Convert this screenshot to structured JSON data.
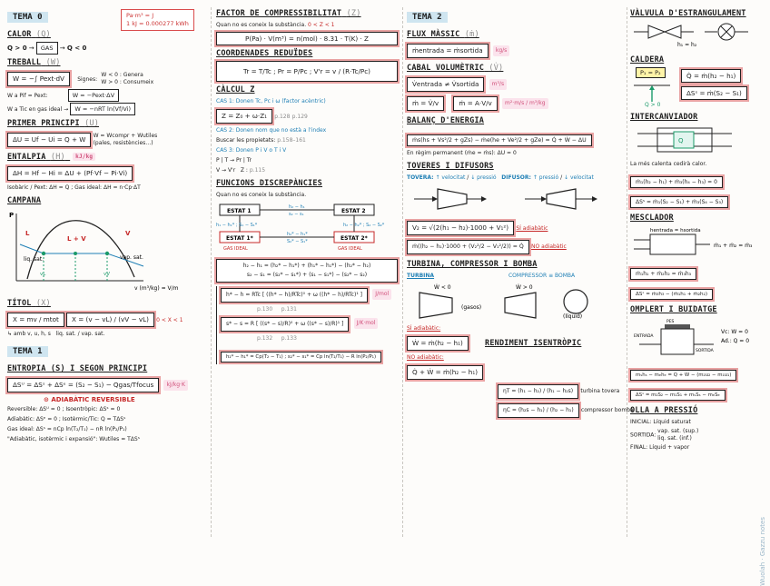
{
  "tema0": {
    "title": "TEMA 0",
    "note1": "Pa·m³ = J",
    "note2": "1 kJ = 0.000277 kWh",
    "calor_head": "CALOR",
    "calor_tag": "(Q)",
    "calor_left": "Q > 0",
    "gas": "GAS",
    "calor_right": "Q < 0",
    "treball_head": "TREBALL",
    "treball_tag": "(W)",
    "w_box": "W = −∫ Pext·dV",
    "signes": "Signes:",
    "signe1": "W < 0 : Genera",
    "signe2": "W > 0 : Consumeix",
    "w_pext": "W a Pif = Pext:",
    "w_pext_box": "W = −Pext·ΔV",
    "w_tc": "W a Tic en gas ideal →",
    "w_tc_box": "W = −nRT ln(Vf/Vi)",
    "primer_head": "PRIMER PRINCIPI",
    "primer_tag": "(U)",
    "primer_box": "ΔU = Uf − Ui = Q + W",
    "primer_note": "W = Wcompr + Wutiles (pales, resistències…)",
    "entalpia_head": "ENTALPIA",
    "entalpia_tag": "(H)",
    "entalpia_unit": "kJ/kg",
    "entalpia_line": "ΔH = Hf − Hi = ΔU + (Pf·Vf − Pi·Vi)",
    "isobaric": "Isobàric / Pext: ΔH = Q ; Gas ideal: ΔH = n·Cp·ΔT",
    "campana_head": "CAMPANA",
    "campana_P": "P",
    "campana_L": "L",
    "campana_LV": "L + V",
    "campana_V": "V",
    "campana_liq": "liq. sat.",
    "campana_vap": "vap. sat.",
    "campana_axis": "v (m³/kg) = V/m",
    "v_l": "vL",
    "v_v": "vV",
    "titol_head": "TÍTOL",
    "titol_tag": "(X)",
    "titol_box1": "X = mv / mtot",
    "titol_box2": "X = (v − vL) / (vV − vL)",
    "titol_range": "0 < X < 1",
    "titol_liq": "liq. sat.",
    "titol_vap": "vap. sat.",
    "titol_note": "amb v, u, h, s"
  },
  "tema1": {
    "title": "TEMA 1",
    "entropia_head": "ENTROPIA (S) I SEGON PRINCIPI",
    "entropia_box": "ΔSᵁ = ΔSˢ + ΔSᵉ = (S₂ − S₁) − Qgas/Tfocus",
    "entropia_unit": "kJ/kg·K",
    "adiab_head": "ADIABÀTIC REVERSIBLE",
    "l1": "Reversible: ΔSᵁ = 0 ; Isoentròpic: ΔSˢ = 0",
    "l2": "Adiabàtic: ΔSᵉ = 0 ; Isotèrmic/Tic: Q = TΔSˢ",
    "l3": "Gas ideal: ΔSˢ = nCp ln(T₂/T₁) − nR ln(P₂/P₁)",
    "l4": "\"Adiabàtic, isotèrmic i expansió\": Wutiles = TΔSˢ"
  },
  "col2": {
    "z_head": "FACTOR DE COMPRESSIBILITAT",
    "z_tag": "(Z)",
    "z_line": "Quan no es coneix la substància.",
    "z_range": "0 < Z < 1",
    "z_box": "P(Pa) · V(m³) = n(mol) · 8.31 · T(K) · Z",
    "coord_head": "COORDENADES REDUÏDES",
    "coord_box": "Tr = T/Tc ; Pr = P/Pc ; V'r = v / (R·Tc/Pc)",
    "calc_head": "CÀLCUL Z",
    "cas1": "CAS 1: Donen Tc, Pc i ω (factor acèntric)",
    "cas1_box": "Z = Z₀ + ω·Z₁",
    "p1": "p.128",
    "p2": "p.129",
    "cas2": "CAS 2: Donen nom que no està a l'index",
    "cas2_line": "Buscar les propietats:",
    "cas2_pages": "p.158–161",
    "cas3": "CAS 3: Donen P i V o T i V",
    "cas3_a": "P | T → Pr | Tr",
    "cas3_b": "V → V'r",
    "cas3_z": "Z :",
    "cas3_page": "p.115",
    "func_head": "FUNCIONS DISCREPÀNCIES",
    "func_line": "Quan no es coneix la substància.",
    "estat1": "ESTAT 1",
    "estat2": "ESTAT 2",
    "estat1s": "ESTAT 1*",
    "estat2s": "ESTAT 2*",
    "gas_ideal": "GAS IDEAL",
    "d1": "h₁ − h₁* ; S₁ − S₁*",
    "d2": "h₂ − h₂* ; S₂ − S₂*",
    "mid1": "h₂ − h₁",
    "mid2": "s₂ − s₁",
    "mid3": "h₂* − h₁*",
    "mid4": "S₂* − S₁*",
    "box_hs": "h₂ − h₁ = (h₂* − h₁*) + (h₁* − h₁*) − (h₂* − h₂)",
    "box_ss": "s₂ − s₁ = (s₂* − s₁*) + (s₁ − s₁*) − (s₂* − s₂)",
    "box_h": "h* − h = RTc [ ((h* − h)/RTc)⁰ + ω ((h* − h)/RTc)¹ ]",
    "unit_h": "J/mol",
    "p130": "p.130",
    "p131": "p.131",
    "box_s": "s* − s = R [ ((s* − s)/R)⁰ + ω ((s* − s)/R)¹ ]",
    "unit_s": "J/K·mol",
    "p132": "p.132",
    "p133": "p.133",
    "box_last": "h₂* − h₁* = Cp(T₂ − T₁) ; s₂* − s₁* = Cp ln(T₂/T₁) − R ln(P₂/P₁)"
  },
  "tema2": {
    "title": "TEMA 2",
    "flux_head": "FLUX MÀSSIC",
    "flux_tag": "(ṁ)",
    "flux_box": "ṁentrada = ṁsortida",
    "flux_unit": "kg/s",
    "cabal_head": "CABAL VOLUMÈTRIC",
    "cabal_tag": "(V̇)",
    "cabal_box": "V̇entrada ≠ V̇sortida",
    "cabal_unit": "m³/s",
    "cabal_box2": "ṁ = V̇/v",
    "cabal_box3": "ṁ = A·V/v",
    "cabal_unit3": "m²·m/s / m³/kg",
    "bal_head": "BALANÇ D'ENERGIA",
    "bal_box": "ṁs(hs + Vs²/2 + gZs) − ṁe(he + Ve²/2 + gZe) = Q̇ + Ẇ − ΔU",
    "regim": "En règim permanent (ṁe = ṁs): ΔU = 0",
    "tov_head": "TOVERES I DIFUSORS",
    "tovera": "TOVERA:",
    "tov_a": "↑ velocitat",
    "tov_b": "↓ pressió",
    "difusor": "DIFUSOR:",
    "dif_a": "↑ pressió",
    "dif_b": "↓ velocitat",
    "v2_box": "V₂ = √(2(h₁ − h₂)·1000 + V₁²)",
    "v2_note": "SÍ adiabàtic",
    "no_box": "ṁ((h₂ − h₁)·1000 + (V₂²/2 − V₁²/2)) = Q̇",
    "no_note": "NO adiabàtic",
    "turb_head": "TURBINA, COMPRESSOR I BOMBA",
    "turbina": "TURBINA",
    "compressor": "COMPRESSOR ≡ BOMBA",
    "w_neg": "Ẇ < 0",
    "w_pos": "Ẇ > 0",
    "gasos": "(gasos)",
    "liquid": "(líquid)",
    "si_adiab": "SÍ adiabàtic:",
    "si_box": "Ẇ = ṁ(h₂ − h₁)",
    "no_adiab": "NO adiabàtic:",
    "no_box2": "Q̇ + Ẇ = ṁ(h₂ − h₁)",
    "rend_head": "RENDIMENT ISENTRÒPIC",
    "rend1": "ηT = (h₁ − h₂) / (h₁ − h₂s)",
    "rend1_note": "turbina tovera",
    "rend2": "ηC = (h₂s − h₁) / (h₂ − h₁)",
    "rend2_note": "compressor bomba"
  },
  "col4": {
    "valv_head": "VÀLVULA D'ESTRANGULAMENT",
    "valv_eq": "h₁ = h₂",
    "cald_head": "CALDERA",
    "cald_p": "P₁ = P₂",
    "cald_q": "Q > 0",
    "cald_box1": "Q̇ = ṁ(h₂ − h₁)",
    "cald_box2": "ΔSˢ = ṁ(S₂ − S₁)",
    "inter_head": "INTERCANVIADOR",
    "inter_q": "Q",
    "inter_note": "La més calenta cedirà calor.",
    "inter_box1": "ṁ₁(h₂ − h₁) + ṁ₃(h₄ − h₃) = 0",
    "inter_box2": "ΔSˢ = ṁ₁(S₂ − S₁) + ṁ₃(S₄ − S₃)",
    "mesc_head": "MESCLADOR",
    "mesc_label": "hentrada = hsortida",
    "mesc_eq": "ṁ₁ + ṁ₂ = ṁ₃",
    "mesc_box1": "ṁ₁h₁ + ṁ₂h₂ = ṁ₃h₃",
    "mesc_box2": "ΔSˢ = ṁ₃h₃ − (ṁ₁h₁ + ṁ₂h₂)",
    "omp_head": "OMPLERT I BUIDATGE",
    "pes": "PES",
    "sortida": "SORTIDA",
    "entrada": "ENTRADA",
    "omp_note1": "Vc: W = 0",
    "omp_note2": "Ad.: Q = 0",
    "omp_box1": "mₛhₛ − mₑhₑ = Q + W − (m₂u₂ − m₁u₁)",
    "omp_box2": "ΔSˢ = m₂S₂ − m₁S₁ + mₛSₛ − mₑSₑ",
    "olla_head": "OLLA A PRESSIÓ",
    "inicial": "INICIAL: Líquid saturat",
    "sortida_l": "SORTIDA:",
    "sort1": "vap. sat. (sup.)",
    "sort2": "liq. sat. (inf.)",
    "final": "FINAL: Líquid + vapor"
  },
  "credit": "Wuolah · Gazzu notes"
}
